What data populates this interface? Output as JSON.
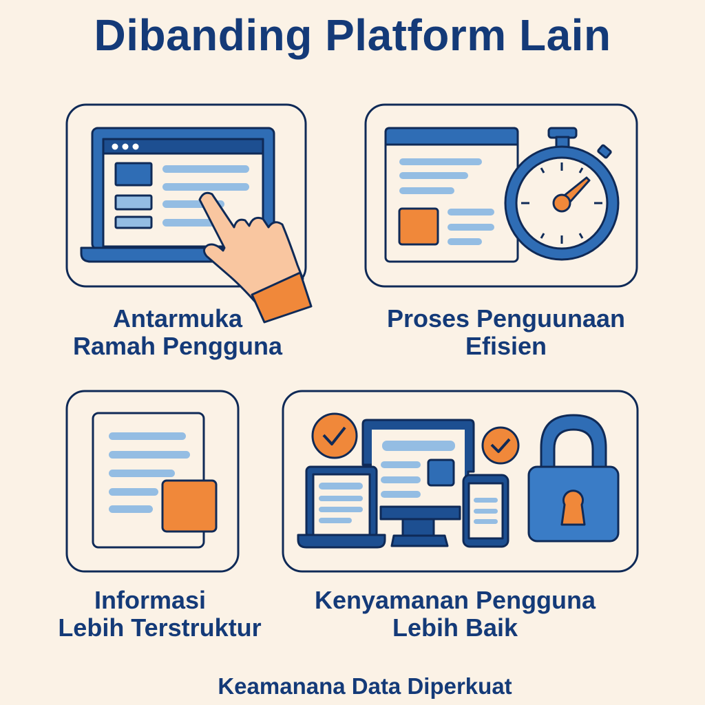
{
  "title": "Dibanding Platform Lain",
  "features": [
    {
      "line1": "Antarmuka",
      "line2": "Ramah Pengguna",
      "icon": "laptop-touch-icon"
    },
    {
      "line1": "Proses Penguunaan",
      "line2": "Efisien",
      "icon": "stopwatch-icon"
    },
    {
      "line1": "Informasi",
      "line2": "Lebih Terstruktur",
      "icon": "document-icon"
    },
    {
      "line1": "Kenyamanan Pengguna",
      "line2": "Lebih Baik",
      "icon": "devices-lock-icon"
    }
  ],
  "footer": "Keamanana Data Diperkuat",
  "colors": {
    "background": "#fbf2e6",
    "navy": "#143a78",
    "blue": "#2f6db5",
    "light_blue": "#94bde3",
    "orange": "#f0883a",
    "skin": "#f9c6a0"
  }
}
